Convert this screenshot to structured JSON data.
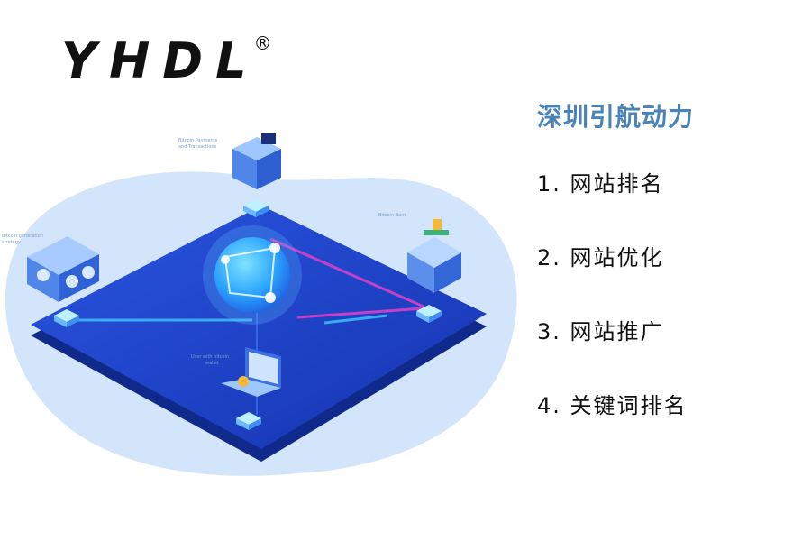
{
  "logo": {
    "text": "YHDL",
    "registered_mark": "®"
  },
  "menu": {
    "title": "深圳引航动力",
    "items": [
      "1. 网站排名",
      "2. 网站优化",
      "3. 网站推广",
      "4. 关键词排名"
    ]
  },
  "illustration": {
    "labels": {
      "payments": "Bitcoin Payments",
      "transactions": "and Transactions",
      "bank": "Bitcoin Bank",
      "mining_1": "Bitcoin generation",
      "mining_2": "strategy",
      "wallet_1": "User with bitcoin",
      "wallet_2": "wallet"
    },
    "colors": {
      "platform": "#1d3fc8",
      "blob": "#cfe3fb",
      "glow": "#43c6ff",
      "beam": "#e040c8"
    }
  }
}
